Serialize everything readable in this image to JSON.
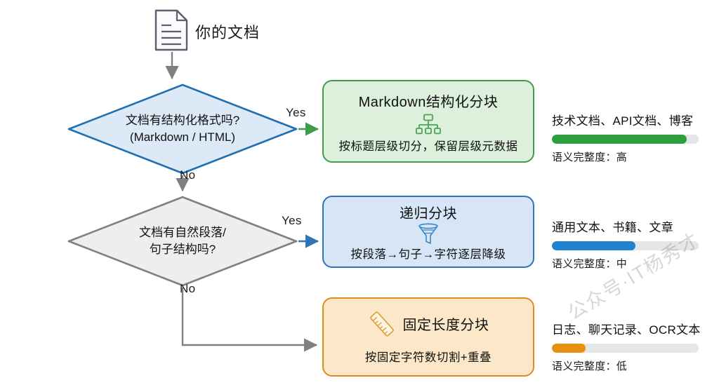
{
  "diagram": {
    "title_node": {
      "icon": "document-icon",
      "label": "你的文档"
    },
    "decisions": [
      {
        "id": "structured-format",
        "line1": "文档有结构化格式吗?",
        "line2": "(Markdown / HTML)",
        "fill": "#dceaf7",
        "stroke": "#1f6fb2",
        "yes_label": "Yes",
        "no_label": "No"
      },
      {
        "id": "natural-paragraph",
        "line1": "文档有自然段落/",
        "line2": "句子结构吗?",
        "fill": "#eeeeee",
        "stroke": "#808080",
        "yes_label": "Yes",
        "no_label": "No"
      }
    ],
    "methods": [
      {
        "id": "markdown-structured-chunking",
        "title": "Markdown结构化分块",
        "description": "按标题层级切分，保留层级元数据",
        "icon": "sitemap-icon",
        "fill": "#dcf0dc",
        "stroke": "#3f9c48"
      },
      {
        "id": "recursive-chunking",
        "title": "递归分块",
        "description": "按段落→句子→字符逐层降级",
        "icon": "funnel-icon",
        "fill": "#d7e6f7",
        "stroke": "#2f75b5"
      },
      {
        "id": "fixed-length-chunking",
        "title": "固定长度分块",
        "description": "按固定字符数切割+重叠",
        "icon": "ruler-icon",
        "fill": "#fce8c8",
        "stroke": "#e08b20"
      }
    ],
    "metrics": [
      {
        "id": "metric-high",
        "use_cases": "技术文档、API文档、博客",
        "score_label": "语义完整度：高",
        "percent": 92,
        "color": "#2e9e3e"
      },
      {
        "id": "metric-medium",
        "use_cases": "通用文本、书籍、文章",
        "score_label": "语义完整度：中",
        "percent": 57,
        "color": "#2183cf"
      },
      {
        "id": "metric-low",
        "use_cases": "日志、聊天记录、OCR文本",
        "score_label": "语义完整度：低",
        "percent": 23,
        "color": "#e8900f"
      }
    ],
    "edges": {
      "yes_1": "Yes",
      "no_1": "No",
      "yes_2": "Yes",
      "no_2": "No"
    },
    "watermark": "公众号·IT杨秀才"
  }
}
